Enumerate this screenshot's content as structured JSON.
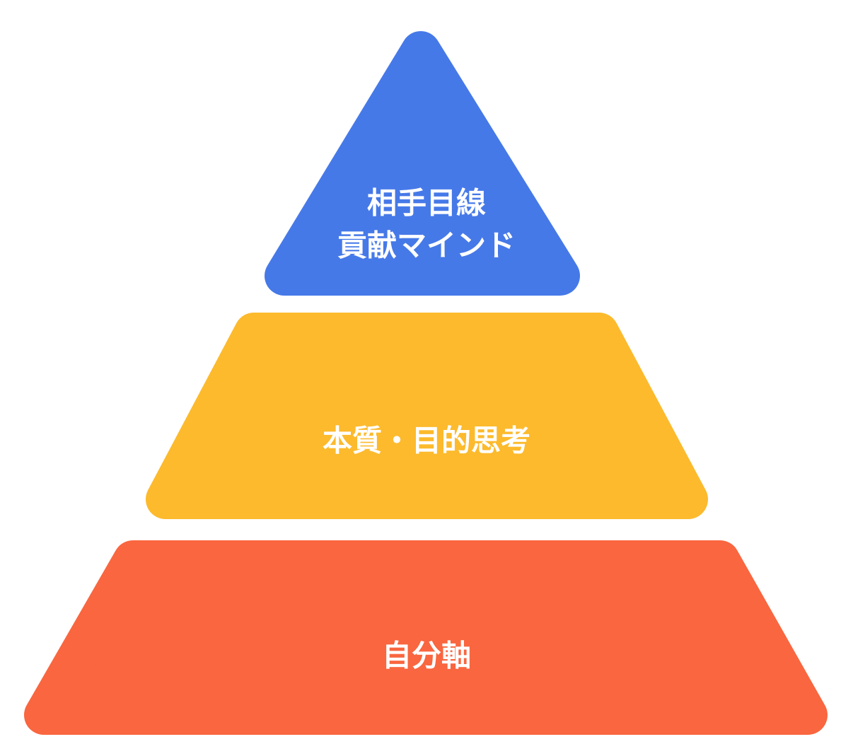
{
  "pyramid": {
    "tiers": [
      {
        "id": "top",
        "lines": [
          "相手目線",
          "貢献マインド"
        ],
        "color": "#4679E8"
      },
      {
        "id": "middle",
        "lines": [
          "本質・目的思考"
        ],
        "color": "#FCBA2C"
      },
      {
        "id": "bottom",
        "lines": [
          "自分軸"
        ],
        "color": "#F9663F"
      }
    ]
  }
}
